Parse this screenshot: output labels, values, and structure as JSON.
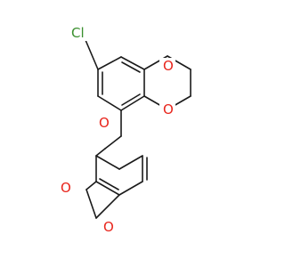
{
  "molecule": {
    "atoms": {
      "cl": {
        "label": "Cl",
        "color": "#3a8f2e"
      },
      "o_ring_top": {
        "label": "O",
        "color": "#e8241b"
      },
      "o_ring_bottom": {
        "label": "O",
        "color": "#e8241b"
      },
      "o_ether": {
        "label": "O",
        "color": "#e8241b"
      },
      "o_diox_left": {
        "label": "O",
        "color": "#e8241b"
      },
      "o_diox_right": {
        "label": "O",
        "color": "#e8241b"
      }
    },
    "bond_color": "#1a1a1a"
  }
}
